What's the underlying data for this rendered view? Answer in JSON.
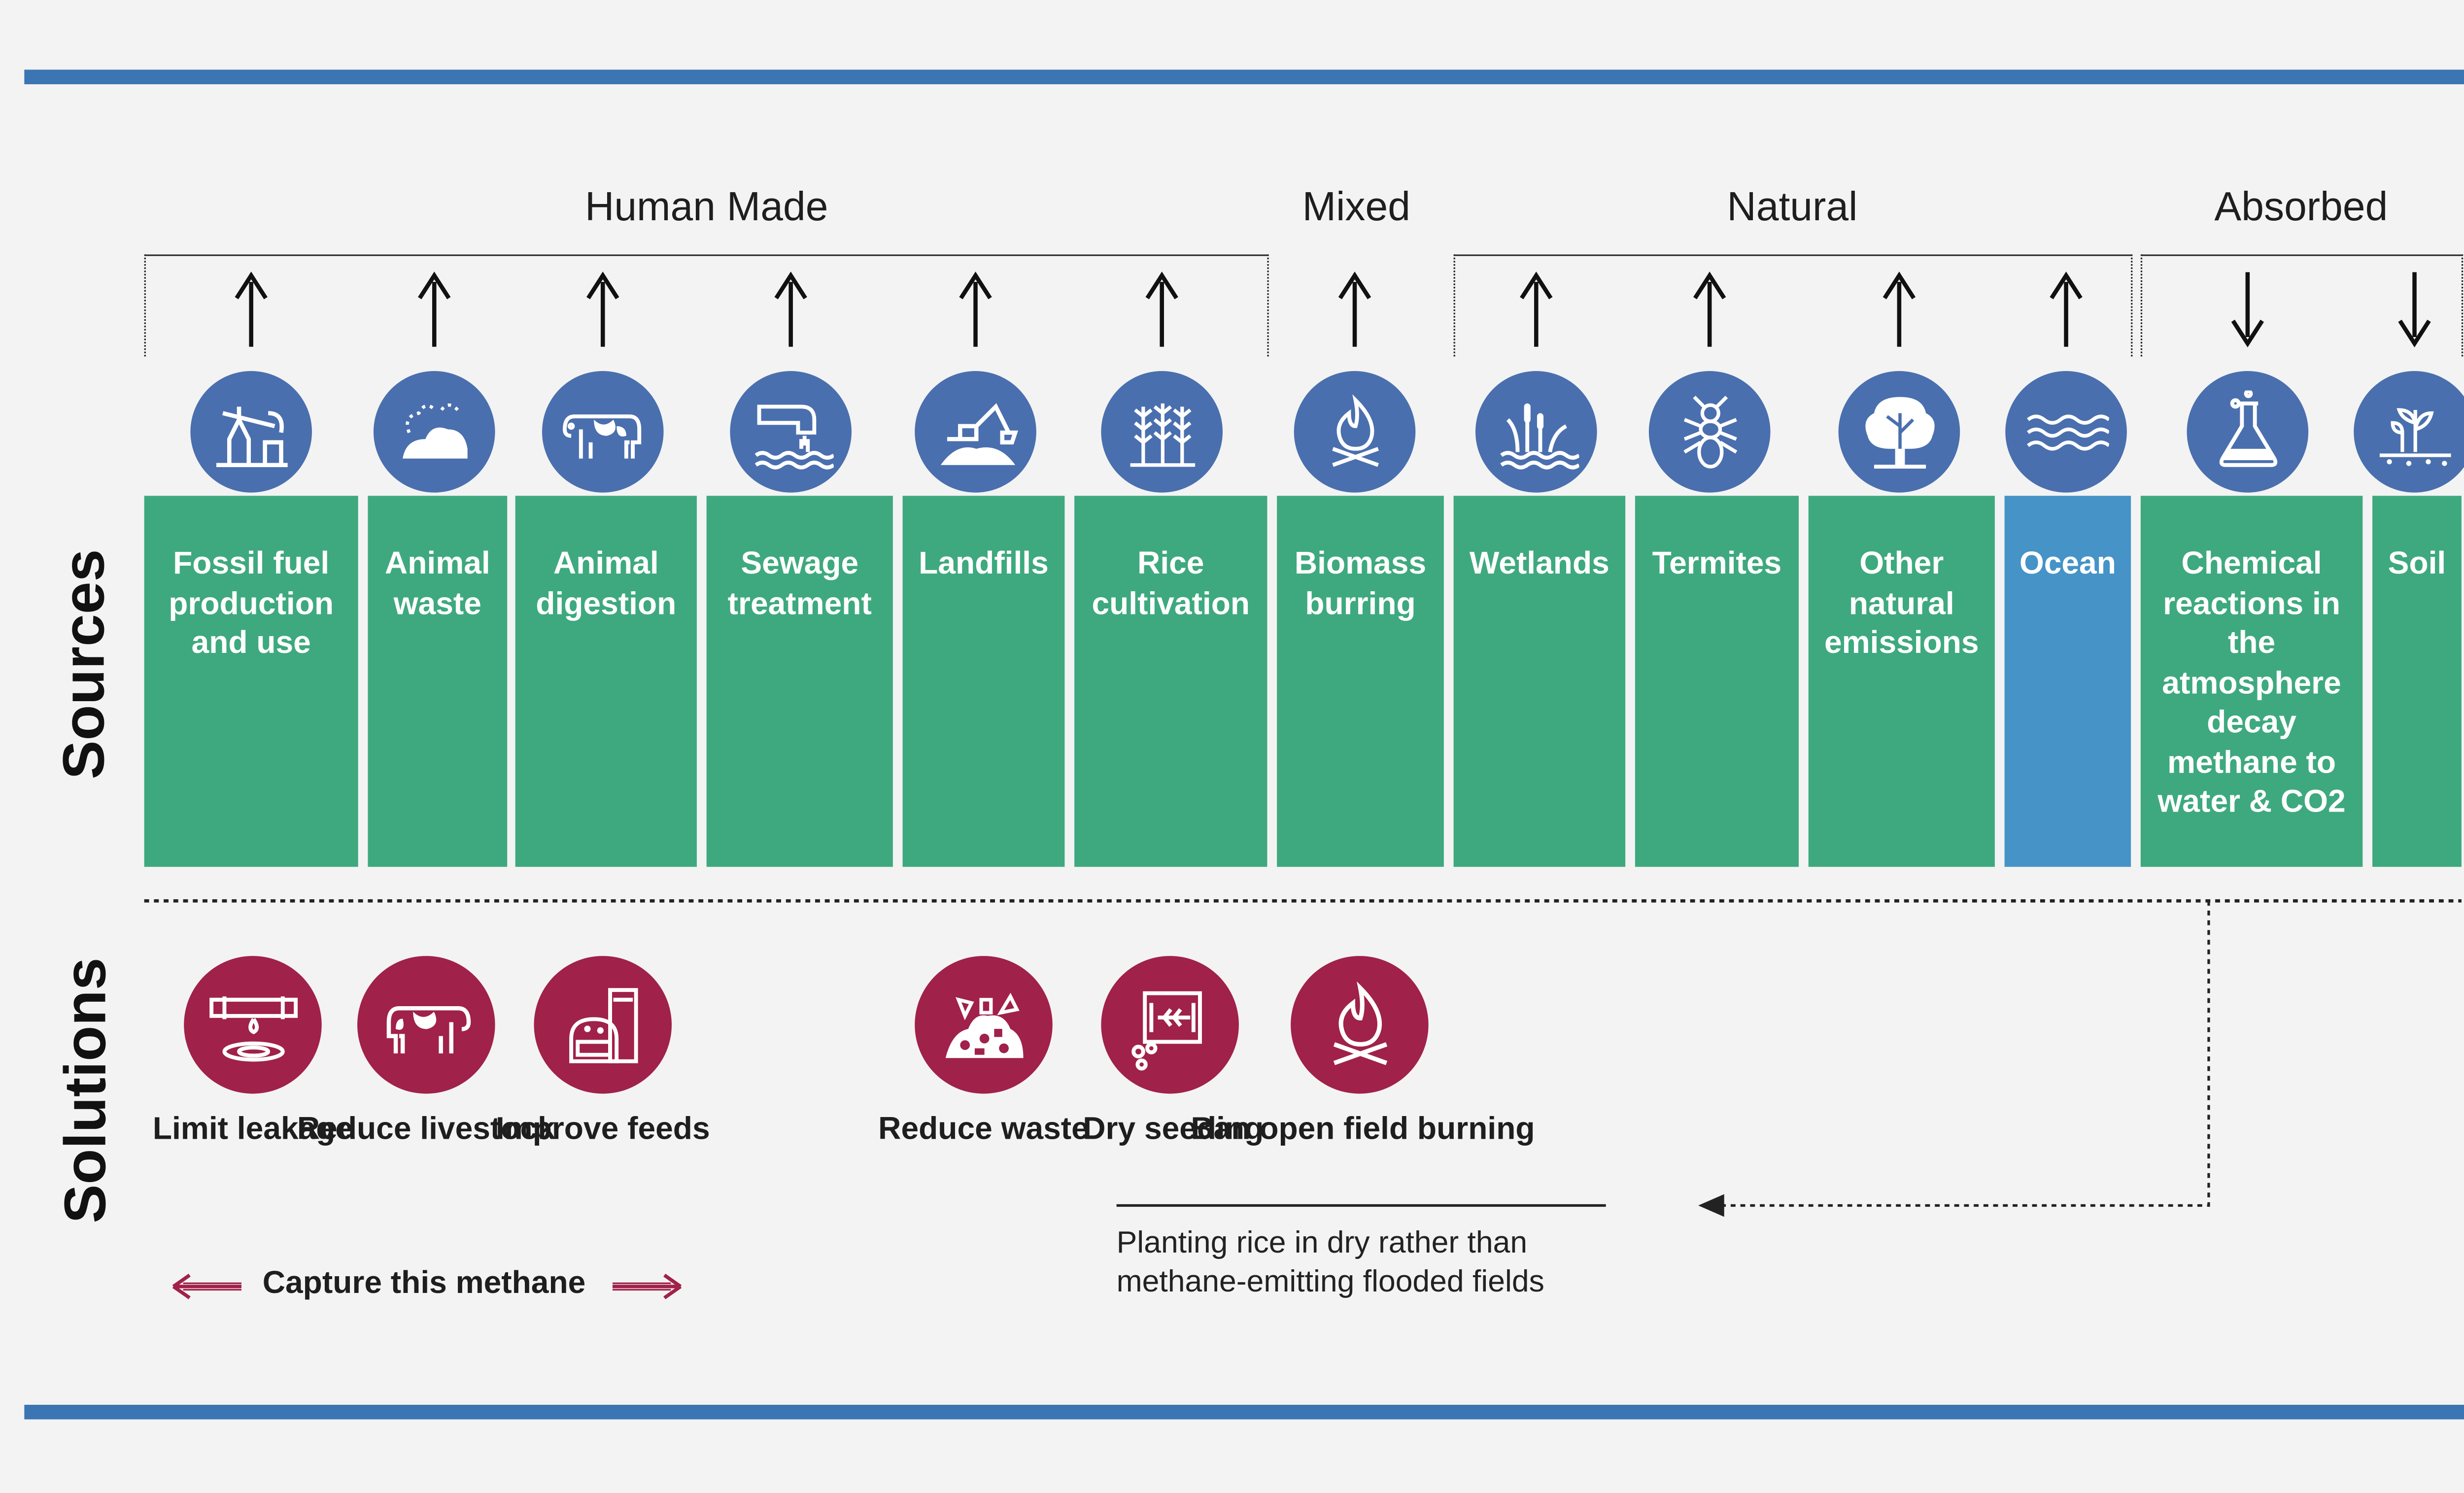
{
  "categories": {
    "human_made": "Human Made",
    "mixed": "Mixed",
    "natural": "Natural",
    "absorbed": "Absorbed"
  },
  "side_labels": {
    "sources": "Sources",
    "solutions": "Solutions"
  },
  "sources": [
    {
      "label": "Fossil fuel production and use",
      "icon": "oil-pump-icon",
      "direction": "up"
    },
    {
      "label": "Animal waste",
      "icon": "manure-pile-icon",
      "direction": "up"
    },
    {
      "label": "Animal digestion",
      "icon": "cow-icon",
      "direction": "up"
    },
    {
      "label": "Sewage treatment",
      "icon": "sewage-pipe-icon",
      "direction": "up"
    },
    {
      "label": "Landfills",
      "icon": "excavator-icon",
      "direction": "up"
    },
    {
      "label": "Rice cultivation",
      "icon": "rice-plants-icon",
      "direction": "up"
    },
    {
      "label": "Biomass burring",
      "icon": "fire-icon",
      "direction": "up"
    },
    {
      "label": "Wetlands",
      "icon": "reeds-water-icon",
      "direction": "up"
    },
    {
      "label": "Termites",
      "icon": "termite-icon",
      "direction": "up"
    },
    {
      "label": "Other natural emissions",
      "icon": "tree-icon",
      "direction": "up"
    },
    {
      "label": "Ocean",
      "icon": "waves-icon",
      "direction": "up"
    },
    {
      "label": "Chemical reactions in the atmosphere decay methane to water & CO2",
      "icon": "flask-icon",
      "direction": "down"
    },
    {
      "label": "Soil",
      "icon": "soil-plant-icon",
      "direction": "down"
    }
  ],
  "solutions": [
    {
      "label": "Limit leakage",
      "icon": "leaking-pipe-icon"
    },
    {
      "label": "Reduce livestock",
      "icon": "cow-icon"
    },
    {
      "label": "Improve feeds",
      "icon": "feed-bag-icon"
    },
    {
      "label": "Reduce waste",
      "icon": "waste-pile-icon"
    },
    {
      "label": "Dry seeding",
      "icon": "seed-tray-icon"
    },
    {
      "label": "Ban open field burning",
      "icon": "fire-icon"
    }
  ],
  "capture_label": "Capture this methane",
  "dry_seeding_note": "Planting rice in dry rather than methane-emitting flooded fields",
  "colors": {
    "rule": "#3b75b3",
    "source_green": "#3ea97e",
    "ocean_blue": "#4593c7",
    "icon_blue": "#4a6fae",
    "solution_red": "#a0214a",
    "background": "#f3f3f3"
  }
}
